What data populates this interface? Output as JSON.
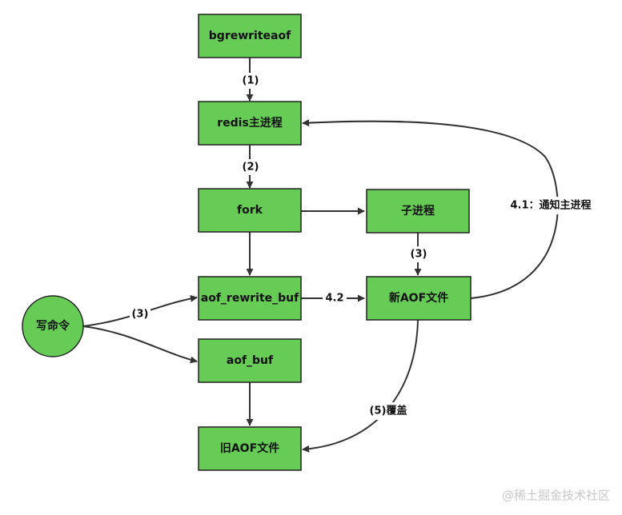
{
  "nodes": {
    "bgrewriteaof": "bgrewriteaof",
    "redis_main": "redis主进程",
    "fork": "fork",
    "child_process": "子进程",
    "aof_rewrite_buf": "aof_rewrite_buf",
    "new_aof": "新AOF文件",
    "write_cmd": "写命令",
    "aof_buf": "aof_buf",
    "old_aof": "旧AOF文件"
  },
  "edges": {
    "step1": "(1)",
    "step2": "(2)",
    "step3_child": "(3)",
    "step3_write": "(3)",
    "step4_1": "4.1：通知主进程",
    "step4_2": "4.2",
    "step5": "(5)覆盖"
  },
  "watermark": "@稀土掘金技术社区",
  "colors": {
    "node_fill": "#66cc55",
    "node_stroke": "#222222",
    "edge": "#333333"
  }
}
